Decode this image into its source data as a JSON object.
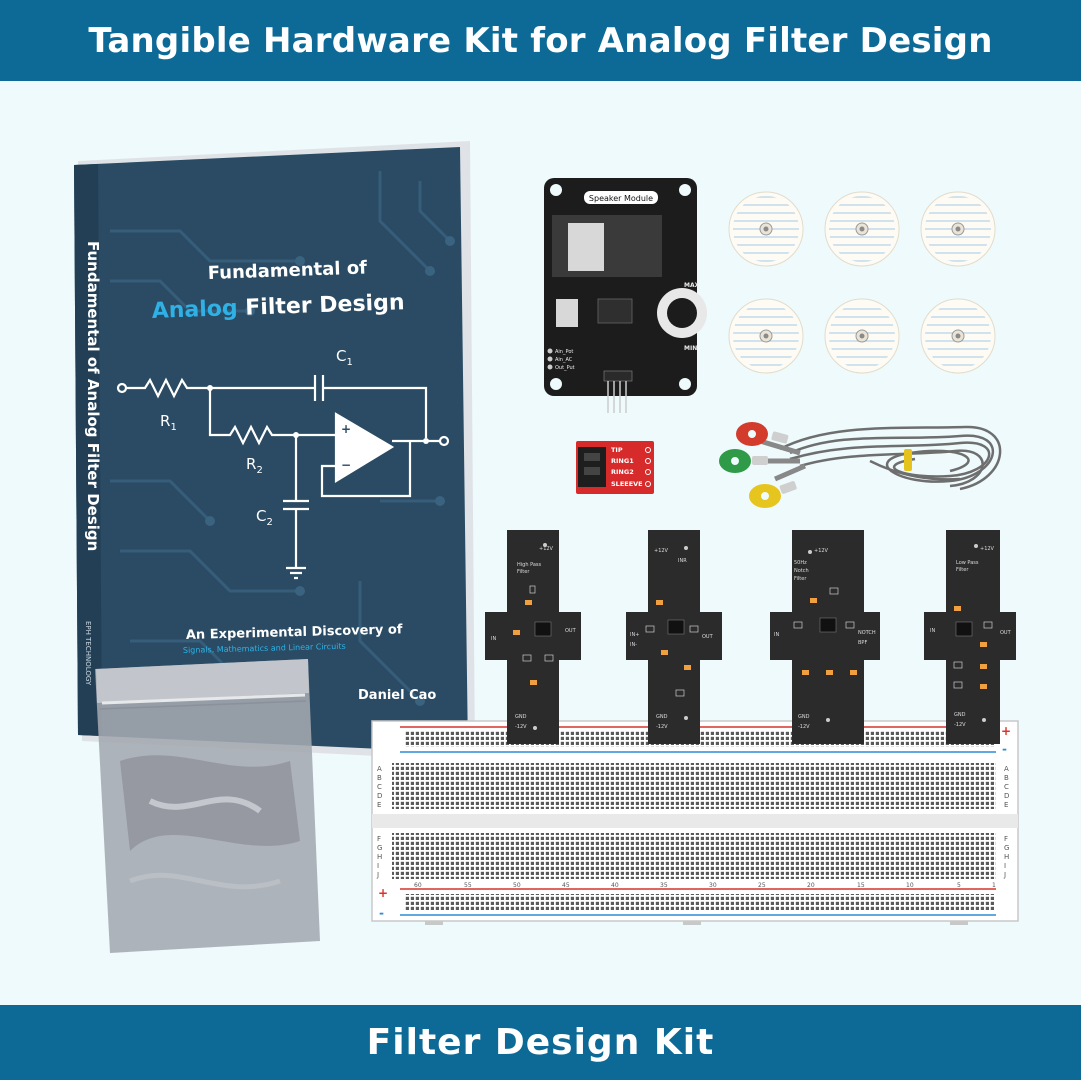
{
  "header": {
    "title": "Tangible Hardware Kit for Analog Filter Design"
  },
  "footer": {
    "title": "Filter Design Kit"
  },
  "book": {
    "title_line1": "Fundamental of",
    "title_highlight": "Analog",
    "title_rest": " Filter Design",
    "subtitle": "An Experimental Discovery of",
    "subtitle2": "Signals, Mathematics and Linear Circuits",
    "author": "Daniel Cao",
    "spine": "Fundamental of Analog Filter Design",
    "spine_highlight": "Analog",
    "publisher": "EPH TECHNOLOGY",
    "labels": {
      "r1": "R",
      "r1_sub": "1",
      "r2": "R",
      "r2_sub": "2",
      "c1": "C",
      "c1_sub": "1",
      "c2": "C",
      "c2_sub": "2",
      "plus": "+",
      "minus": "−"
    }
  },
  "speaker": {
    "label": "Speaker Module",
    "max": "MAX",
    "min": "MIN",
    "pins": [
      "Ain_Pot",
      "Ain_AC",
      "Out_Put"
    ]
  },
  "jack": {
    "pins": [
      "TIP",
      "RING1",
      "RING2",
      "SLEEEVE"
    ]
  },
  "filters": [
    {
      "name1": "High Pass",
      "name2": "Filter",
      "name3": "",
      "in": "IN",
      "in2": "",
      "out": "OUT",
      "out2": "",
      "top": "+12V",
      "top2": "",
      "gnd": "GND",
      "neg": "-12V"
    },
    {
      "name1": "",
      "name2": "",
      "name3": "",
      "in": "IN+",
      "in2": "IN-",
      "out": "OUT",
      "out2": "",
      "top": "+12V",
      "top2": "INR",
      "gnd": "GND",
      "neg": "-12V"
    },
    {
      "name1": "50Hz",
      "name2": "Notch",
      "name3": "Filter",
      "in": "IN",
      "in2": "",
      "out": "NOTCH",
      "out2": "BPF",
      "top": "+12V",
      "top2": "",
      "gnd": "GND",
      "neg": "-12V"
    },
    {
      "name1": "Low Pass",
      "name2": "Filter",
      "name3": "",
      "in": "IN",
      "in2": "",
      "out": "OUT",
      "out2": "",
      "top": "+12V",
      "top2": "",
      "gnd": "GND",
      "neg": "-12V"
    }
  ],
  "breadboard": {
    "rows_top": [
      "A",
      "B",
      "C",
      "D",
      "E"
    ],
    "rows_bottom": [
      "F",
      "G",
      "H",
      "I",
      "J"
    ],
    "col_numbers": [
      "60",
      "55",
      "50",
      "45",
      "40",
      "35",
      "30",
      "25",
      "20",
      "15",
      "10",
      "5",
      "1"
    ],
    "plus": "+",
    "minus": "-"
  },
  "colors": {
    "banner": "#0d6a96",
    "background": "#eefafc",
    "book": "#2a4b63",
    "highlight": "#2fb1e6",
    "board": "#2b2b2b"
  }
}
